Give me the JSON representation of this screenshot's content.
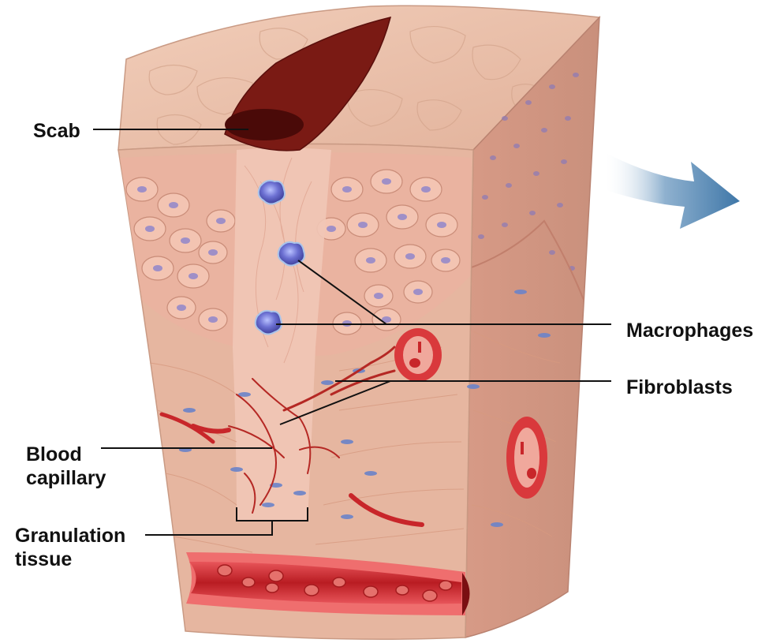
{
  "labels": {
    "scab": "Scab",
    "macrophages": "Macrophages",
    "fibroblasts": "Fibroblasts",
    "blood_capillary": [
      "Blood",
      "capillary"
    ],
    "granulation_tissue": [
      "Granulation",
      "tissue"
    ]
  },
  "colors": {
    "skin_surface": "#e9bfa8",
    "epidermis": "#e7ad97",
    "dermis": "#ddb29a",
    "scab": "#7a1a14",
    "macrophage": "#5b5ec4",
    "vessel": "#c8262a",
    "arrow": "#4a7fb0",
    "leader_line": "#111111"
  },
  "icons": [
    "process-arrow-icon"
  ]
}
